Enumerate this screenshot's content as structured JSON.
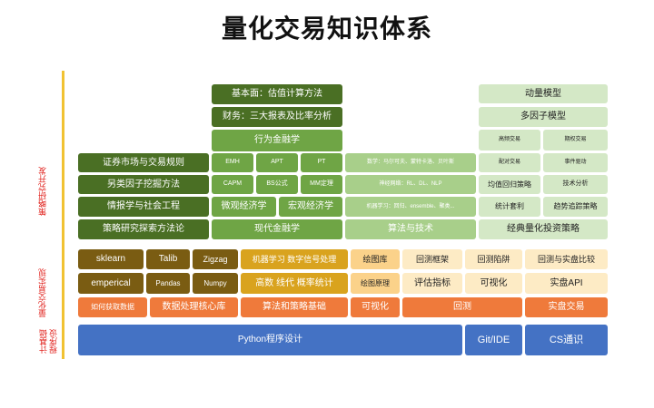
{
  "title": "量化交易知识体系",
  "axis_labels": {
    "strategy": "策略研究开发",
    "quant": "量化交易实现",
    "programming_a": "程序设",
    "programming_b": "计基础"
  },
  "blocks": {
    "r1c2": "基本面：估值计算方法",
    "r2c2": "财务：三大报表及比率分析",
    "r3c2": "行为金融学",
    "r4a": "证券市场与交易规则",
    "emh": "EMH",
    "apt": "APT",
    "pt": "PT",
    "math": "数学：马尔可夫、蒙特卡洛、贝叶斯",
    "r5a": "另类因子挖掘方法",
    "capm": "CAPM",
    "bs": "BS公式",
    "mm": "MM定理",
    "nn": "神经网络：RL、DL、NLP",
    "r6a": "情报学与社会工程",
    "micro": "微观经济学",
    "macro": "宏观经济学",
    "ml": "机器学习：回归、ensemble、聚类...",
    "r7a": "策略研究探索方法论",
    "modern": "现代金融学",
    "algo": "算法与技术",
    "classic": "经典量化投资策略",
    "momentum": "动量模型",
    "multifactor": "多因子模型",
    "hft": "高频交易",
    "futures": "期权交易",
    "pairs": "配对交易",
    "event": "事件驱动",
    "meanrev": "均值回归策略",
    "ta": "技术分析",
    "statarb": "统计套利",
    "trend": "趋势追踪策略",
    "sklearn": "sklearn",
    "talib": "Talib",
    "zigzag": "Zigzag",
    "mlsig": "机器学习 数字信号处理",
    "plotlib": "绘图库",
    "btframe": "回测框架",
    "btpit": "回测陷阱",
    "btcmp": "回测与实盘比较",
    "emperical": "emperical",
    "pandas": "Pandas",
    "numpy": "Numpy",
    "advmath": "高数 线代 概率统计",
    "plotprin": "绘图原理",
    "evalidx": "评估指标",
    "visual": "可视化",
    "liveapi": "实盘API",
    "getdata": "如何获取数据",
    "dataproc": "数据处理核心库",
    "algobase": "算法和策略基础",
    "visual2": "可视化",
    "backtest": "回测",
    "livetrade": "实盘交易",
    "python": "Python程序设计",
    "git": "Git/IDE",
    "cs": "CS通识"
  }
}
